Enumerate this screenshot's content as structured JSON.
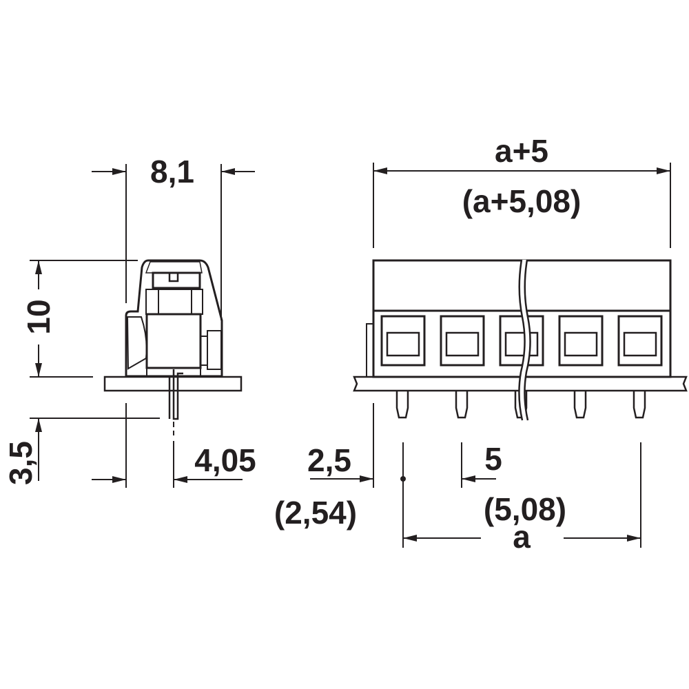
{
  "drawing": {
    "title": "Terminal block dimension drawing",
    "ink_color": "#231f20",
    "background": "#ffffff",
    "side_view": {
      "width_label": "8,1",
      "height_label": "10",
      "pin_length_label": "3,5",
      "pin_offset_label": "4,05"
    },
    "front_view": {
      "overall_width_label": "a+5",
      "overall_width_alt_label": "(a+5,08)",
      "edge_offset_label": "2,5",
      "edge_offset_alt_label": "(2,54)",
      "pitch_label": "5",
      "pitch_alt_label": "(5,08)",
      "span_label": "a",
      "positions": 5
    }
  }
}
